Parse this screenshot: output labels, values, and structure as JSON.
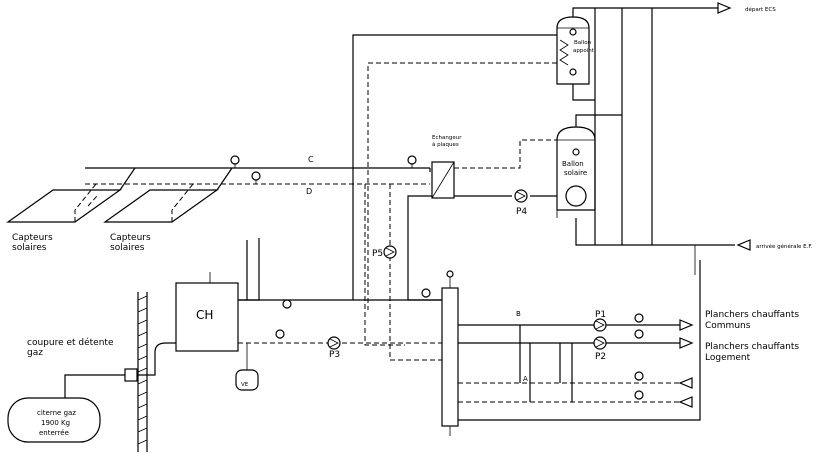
{
  "labels": {
    "depart_ecs": "départ ECS",
    "ballon_appoint_1": "Ballon",
    "ballon_appoint_2": "appoint",
    "echangeur_1": "Echangeur",
    "echangeur_2": "à plaques",
    "ballon_solaire_1": "Ballon",
    "ballon_solaire_2": "solaire",
    "arrivee_ef": "arrivée générale E.F.",
    "capteurs1_1": "Capteurs",
    "capteurs1_2": "solaires",
    "capteurs2_1": "Capteurs",
    "capteurs2_2": "solaires",
    "line_c": "C",
    "line_d": "D",
    "ch": "CH",
    "p1": "P1",
    "p2": "P2",
    "p3": "P3",
    "p4": "P4",
    "p5": "P5",
    "valve_a": "A",
    "valve_b": "B",
    "planchers_communs_1": "Planchers chauffants",
    "planchers_communs_2": "Communs",
    "planchers_logement_1": "Planchers chauffants",
    "planchers_logement_2": "Logement",
    "coupure_1": "coupure et détente",
    "coupure_2": "gaz",
    "citerne_1": "citerne gaz",
    "citerne_2": "1900 Kg",
    "citerne_3": "enterrée",
    "ve": "VE"
  }
}
